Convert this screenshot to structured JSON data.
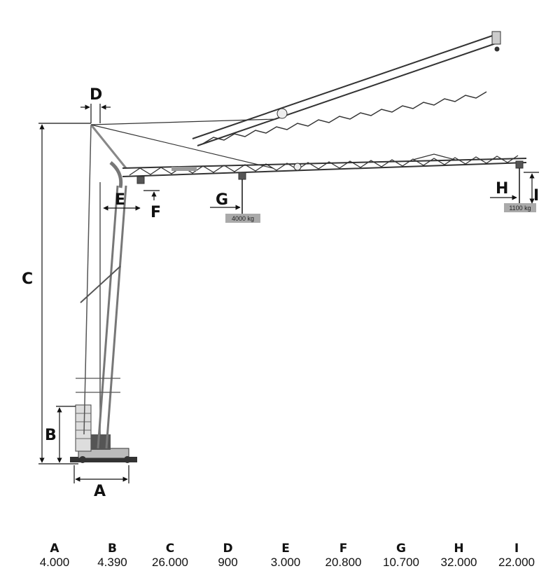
{
  "diagram": {
    "labels": {
      "A": "A",
      "B": "B",
      "C": "C",
      "D": "D",
      "E": "E",
      "F": "F",
      "G": "G",
      "H": "H",
      "I": "I"
    },
    "loads": {
      "inner": "4000 kg",
      "tip": "1100 kg"
    }
  },
  "dimensions": [
    {
      "key": "A",
      "value": "4.000"
    },
    {
      "key": "B",
      "value": "4.390"
    },
    {
      "key": "C",
      "value": "26.000"
    },
    {
      "key": "D",
      "value": "900"
    },
    {
      "key": "E",
      "value": "3.000"
    },
    {
      "key": "F",
      "value": "20.800"
    },
    {
      "key": "G",
      "value": "10.700"
    },
    {
      "key": "H",
      "value": "32.000"
    },
    {
      "key": "I",
      "value": "22.000"
    }
  ]
}
